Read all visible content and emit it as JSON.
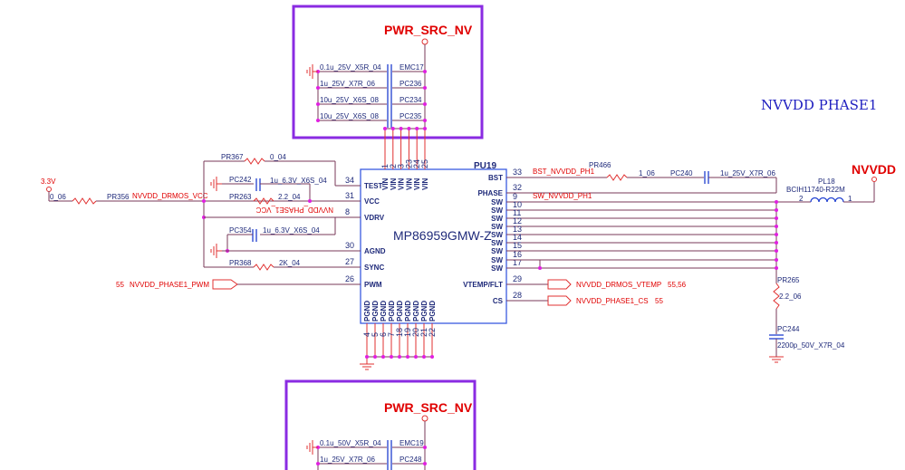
{
  "title": "NVVDD  PHASE1",
  "top_box": {
    "rail": "PWR_SRC_NV",
    "caps": [
      {
        "value": "0.1u_25V_X5R_04",
        "ref": "EMC17"
      },
      {
        "value": "1u_25V_X7R_06",
        "ref": "PC236"
      },
      {
        "value": "10u_25V_X6S_08",
        "ref": "PC234"
      },
      {
        "value": "10u_25V_X6S_08",
        "ref": "PC235"
      }
    ]
  },
  "bottom_box": {
    "rail": "PWR_SRC_NV",
    "caps": [
      {
        "value": "0.1u_50V_X5R_04",
        "ref": "EMC19"
      },
      {
        "value": "1u_25V_X7R_06",
        "ref": "PC248"
      }
    ]
  },
  "chip": {
    "ref": "PU19",
    "part": "MP86959GMW-Z",
    "vin_pins": [
      "1",
      "2",
      "3",
      "23",
      "24",
      "25"
    ],
    "vin_label": "VIN",
    "left_pins": [
      {
        "name": "TEST",
        "num": "34"
      },
      {
        "name": "VCC",
        "num": "31"
      },
      {
        "name": "VDRV",
        "num": "8"
      },
      {
        "name": "AGND",
        "num": "30"
      },
      {
        "name": "SYNC",
        "num": "27"
      },
      {
        "name": "PWM",
        "num": "26"
      }
    ],
    "right_pins": [
      {
        "name": "BST",
        "num": "33"
      },
      {
        "name": "PHASE",
        "num": "32"
      },
      {
        "name": "SW",
        "num": "9"
      },
      {
        "name": "SW",
        "num": "10"
      },
      {
        "name": "SW",
        "num": "11"
      },
      {
        "name": "SW",
        "num": "12"
      },
      {
        "name": "SW",
        "num": "13"
      },
      {
        "name": "SW",
        "num": "14"
      },
      {
        "name": "SW",
        "num": "15"
      },
      {
        "name": "SW",
        "num": "16"
      },
      {
        "name": "SW",
        "num": "17"
      },
      {
        "name": "VTEMP/FLT",
        "num": "29"
      },
      {
        "name": "CS",
        "num": "28"
      }
    ],
    "pgnd_label": "PGND",
    "pgnd_pins": [
      "4",
      "5",
      "6",
      "7",
      "18",
      "19",
      "20",
      "21",
      "22"
    ]
  },
  "left": {
    "rail": "3.3V",
    "pr356": {
      "ref": "PR356",
      "value": "0_06"
    },
    "net_vcc": "NVVDD_DRMOS_VCC",
    "pr367": {
      "ref": "PR367",
      "value": "0_04"
    },
    "pc242": {
      "ref": "PC242",
      "value": "1u_6.3V_X6S_04"
    },
    "pr263": {
      "ref": "PR263",
      "value": "2.2_04"
    },
    "net_phase_vcc": "NVVDD_PHASE1_VCC",
    "pc354": {
      "ref": "PC354",
      "value": "1u_6.3V_X6S_04"
    },
    "pr368": {
      "ref": "PR368",
      "value": "2K_04"
    },
    "pwm_net": "NVVDD_PHASE1_PWM",
    "pwm_page": "55"
  },
  "right": {
    "bst_net": "BST_NVVDD_PH1",
    "pr466": {
      "ref": "PR466",
      "value": "1_06"
    },
    "pc240": {
      "ref": "PC240",
      "value": "1u_25V_X7R_06"
    },
    "sw_net": "SW_NVVDD_PH1",
    "pl18": {
      "ref": "PL18",
      "value": "BCIH11740-R22M",
      "pin2": "2",
      "pin1": "1"
    },
    "rail": "NVVDD",
    "pr265": {
      "ref": "PR265",
      "value": "2.2_06"
    },
    "pc244": {
      "ref": "PC244",
      "value": "2200p_50V_X7R_04"
    },
    "vtemp_net": "NVVDD_DRMOS_VTEMP",
    "vtemp_page": "55,56",
    "cs_net": "NVVDD_PHASE1_CS",
    "cs_page": "55"
  },
  "colors": {
    "net": "#e00000",
    "wire": "#7a3a5a",
    "part": "#1f3fd0",
    "box": "#8a2be2",
    "junction": "#e020e0"
  }
}
